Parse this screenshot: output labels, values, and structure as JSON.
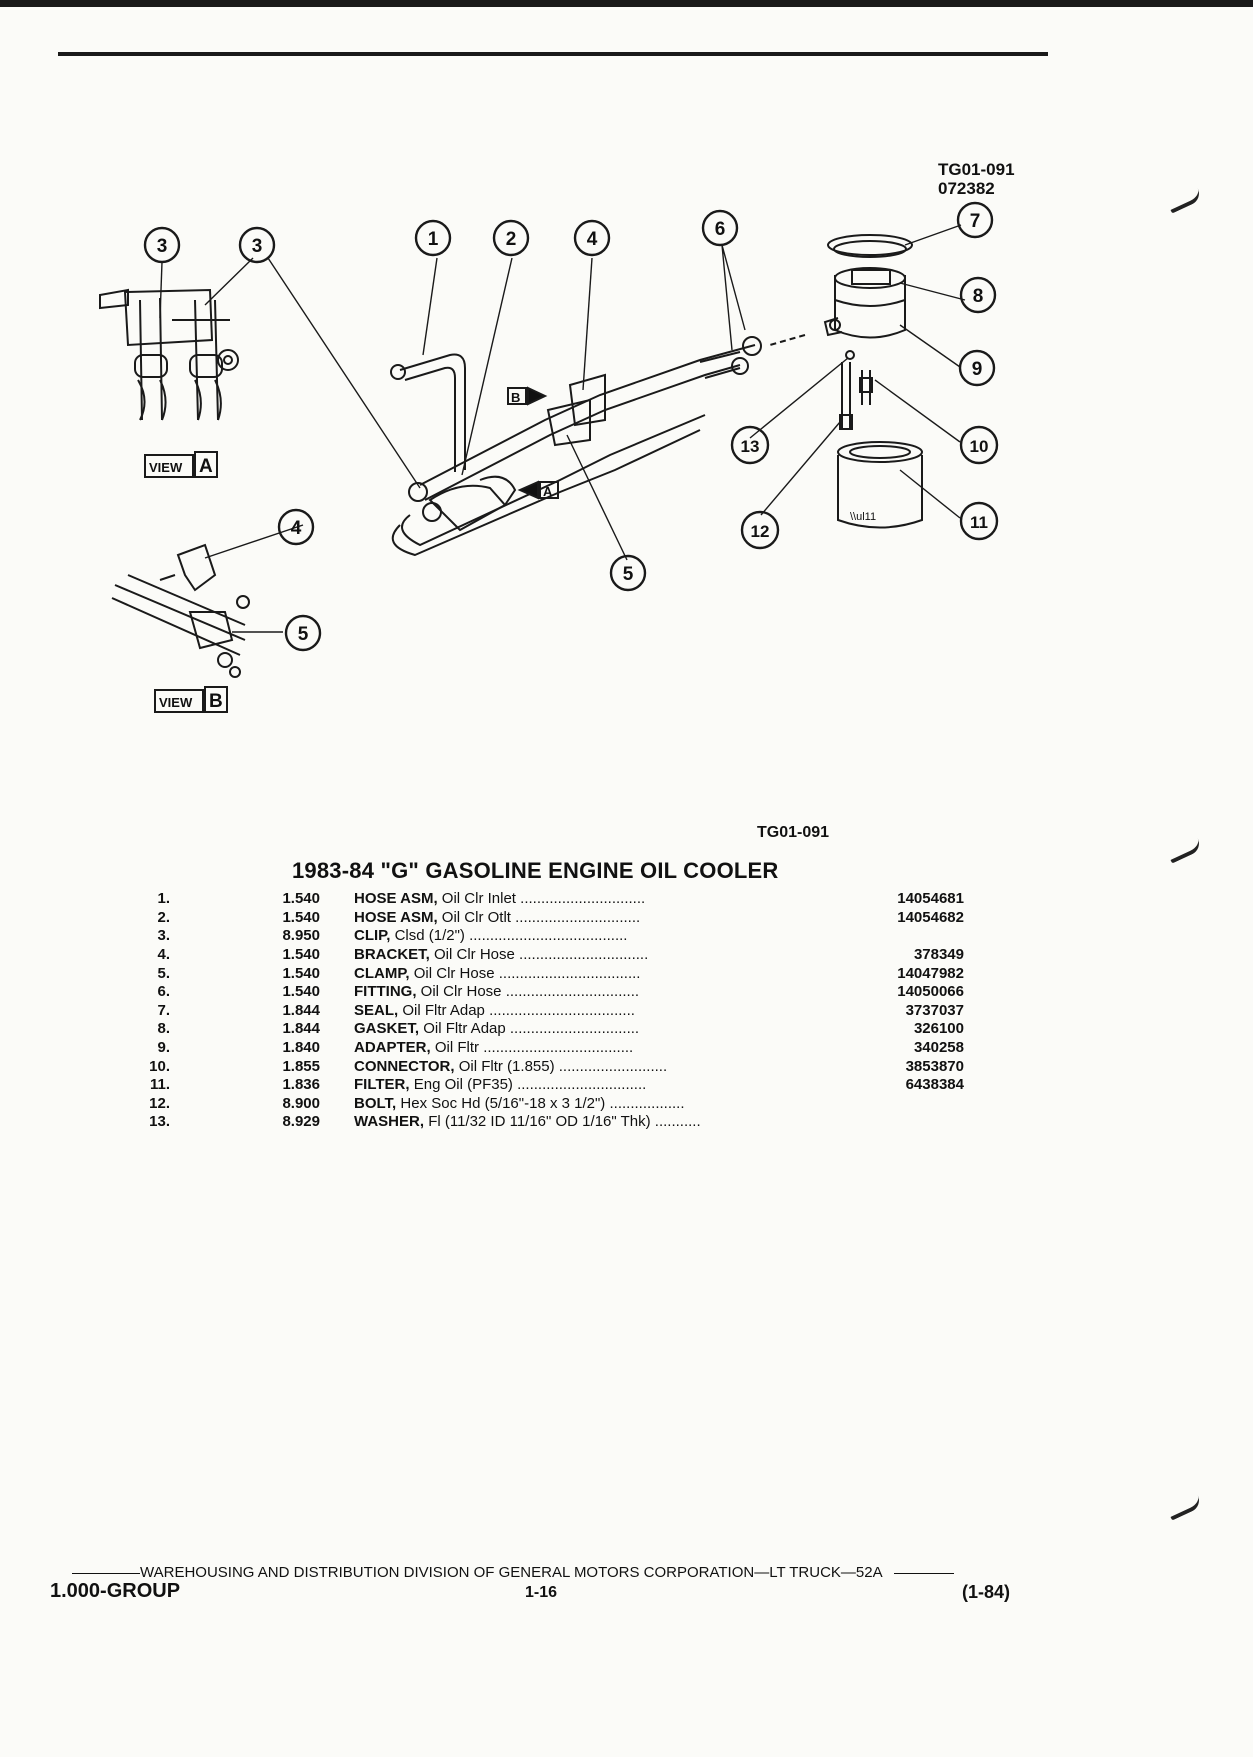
{
  "figure": {
    "ref_top": "TG01-091",
    "ref_date": "072382",
    "ref_bottom": "TG01-091",
    "view_a_label": "VIEW",
    "view_a_letter": "A",
    "view_b_label": "VIEW",
    "view_b_letter": "B",
    "arrow_a": "A",
    "arrow_b": "B",
    "callouts": [
      "1",
      "2",
      "3",
      "3",
      "4",
      "4",
      "5",
      "5",
      "6",
      "7",
      "8",
      "9",
      "10",
      "11",
      "12",
      "13"
    ],
    "filter_text": "\\\\ul11"
  },
  "title": "1983-84 \"G\" GASOLINE ENGINE OIL COOLER",
  "parts": [
    {
      "index": "1.",
      "group": "1.540",
      "name": "HOSE ASM,",
      "desc": "Oil Clr Inlet",
      "leader": "..............................",
      "pn": "14054681"
    },
    {
      "index": "2.",
      "group": "1.540",
      "name": "HOSE ASM,",
      "desc": "Oil Clr Otlt",
      "leader": "..............................",
      "pn": "14054682"
    },
    {
      "index": "3.",
      "group": "8.950",
      "name": "CLIP,",
      "desc": "Clsd (1/2\")",
      "leader": "......................................",
      "pn": ""
    },
    {
      "index": "4.",
      "group": "1.540",
      "name": "BRACKET,",
      "desc": "Oil Clr Hose",
      "leader": "...............................",
      "pn": "378349"
    },
    {
      "index": "5.",
      "group": "1.540",
      "name": "CLAMP,",
      "desc": "Oil Clr Hose",
      "leader": "..................................",
      "pn": "14047982"
    },
    {
      "index": "6.",
      "group": "1.540",
      "name": "FITTING,",
      "desc": "Oil Clr Hose",
      "leader": "................................",
      "pn": "14050066"
    },
    {
      "index": "7.",
      "group": "1.844",
      "name": "SEAL,",
      "desc": "Oil Fltr Adap",
      "leader": "...................................",
      "pn": "3737037"
    },
    {
      "index": "8.",
      "group": "1.844",
      "name": "GASKET,",
      "desc": "Oil Fltr Adap",
      "leader": "...............................",
      "pn": "326100"
    },
    {
      "index": "9.",
      "group": "1.840",
      "name": "ADAPTER,",
      "desc": "Oil Fltr",
      "leader": "....................................",
      "pn": "340258"
    },
    {
      "index": "10.",
      "group": "1.855",
      "name": "CONNECTOR,",
      "desc": "Oil Fltr (1.855)",
      "leader": "..........................",
      "pn": "3853870"
    },
    {
      "index": "11.",
      "group": "1.836",
      "name": "FILTER,",
      "desc": "Eng Oil (PF35)",
      "leader": "...............................",
      "pn": "6438384"
    },
    {
      "index": "12.",
      "group": "8.900",
      "name": "BOLT,",
      "desc": "Hex Soc Hd (5/16\"-18 x 3 1/2\")",
      "leader": "..................",
      "pn": ""
    },
    {
      "index": "13.",
      "group": "8.929",
      "name": "WASHER,",
      "desc": "Fl (11/32 ID 11/16\" OD 1/16\" Thk)",
      "leader": "...........",
      "pn": ""
    }
  ],
  "footer": {
    "line": "WAREHOUSING AND DISTRIBUTION  DIVISION OF GENERAL MOTORS CORPORATION—LT TRUCK—52A",
    "group": "1.000-GROUP",
    "page": "1-16",
    "date": "(1-84)"
  }
}
